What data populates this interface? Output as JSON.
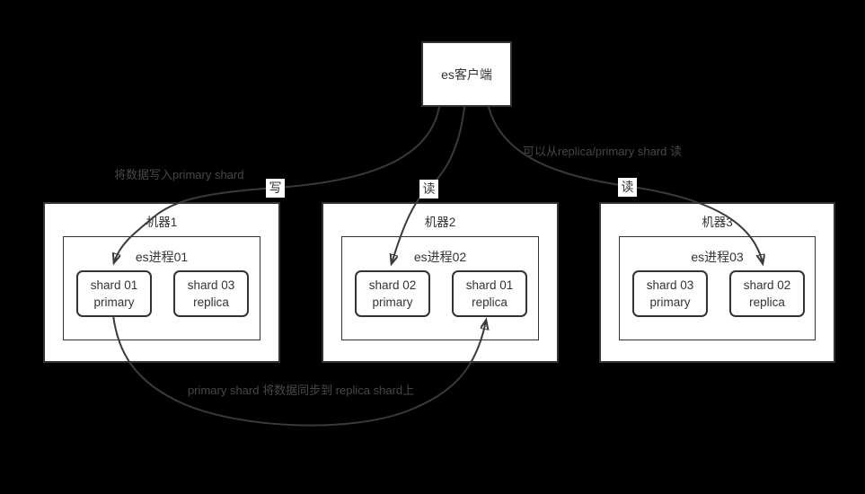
{
  "client": {
    "label": "es客户端"
  },
  "notes": {
    "write": "将数据写入primary shard",
    "read": "可以从replica/primary shard 读",
    "sync": "primary shard 将数据同步到 replica shard上"
  },
  "badges": {
    "write": "写",
    "read_middle": "读",
    "read_right": "读"
  },
  "machines": [
    {
      "label": "机器1",
      "process": "es进程01",
      "shards": [
        {
          "line1": "shard 01",
          "line2": "primary"
        },
        {
          "line1": "shard 03",
          "line2": "replica"
        }
      ]
    },
    {
      "label": "机器2",
      "process": "es进程02",
      "shards": [
        {
          "line1": "shard 02",
          "line2": "primary"
        },
        {
          "line1": "shard 01",
          "line2": "replica"
        }
      ]
    },
    {
      "label": "机器3",
      "process": "es进程03",
      "shards": [
        {
          "line1": "shard 03",
          "line2": "primary"
        },
        {
          "line1": "shard 02",
          "line2": "replica"
        }
      ]
    }
  ],
  "colors": {
    "background": "#000000",
    "box_fill": "#ffffff",
    "box_border": "#333333",
    "flow_line": "#3a3a3a",
    "note_text": "#474747",
    "box_text": "#333333"
  }
}
